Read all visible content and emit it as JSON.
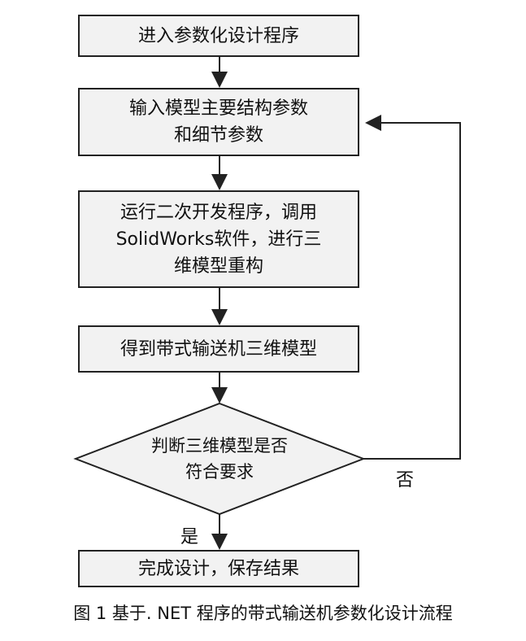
{
  "steps": {
    "s1": "进入参数化设计程序",
    "s2_l1": "输入模型主要结构参数",
    "s2_l2": "和细节参数",
    "s3_l1": "运行二次开发程序，调用",
    "s3_l2": "SolidWorks软件，进行三",
    "s3_l3": "维模型重构",
    "s4": "得到带式输送机三维模型",
    "decision_l1": "判断三维模型是否",
    "decision_l2": "符合要求",
    "s5": "完成设计，保存结果"
  },
  "branches": {
    "yes": "是",
    "no": "否"
  },
  "caption": "图 1   基于. NET 程序的带式输送机参数化设计流程"
}
